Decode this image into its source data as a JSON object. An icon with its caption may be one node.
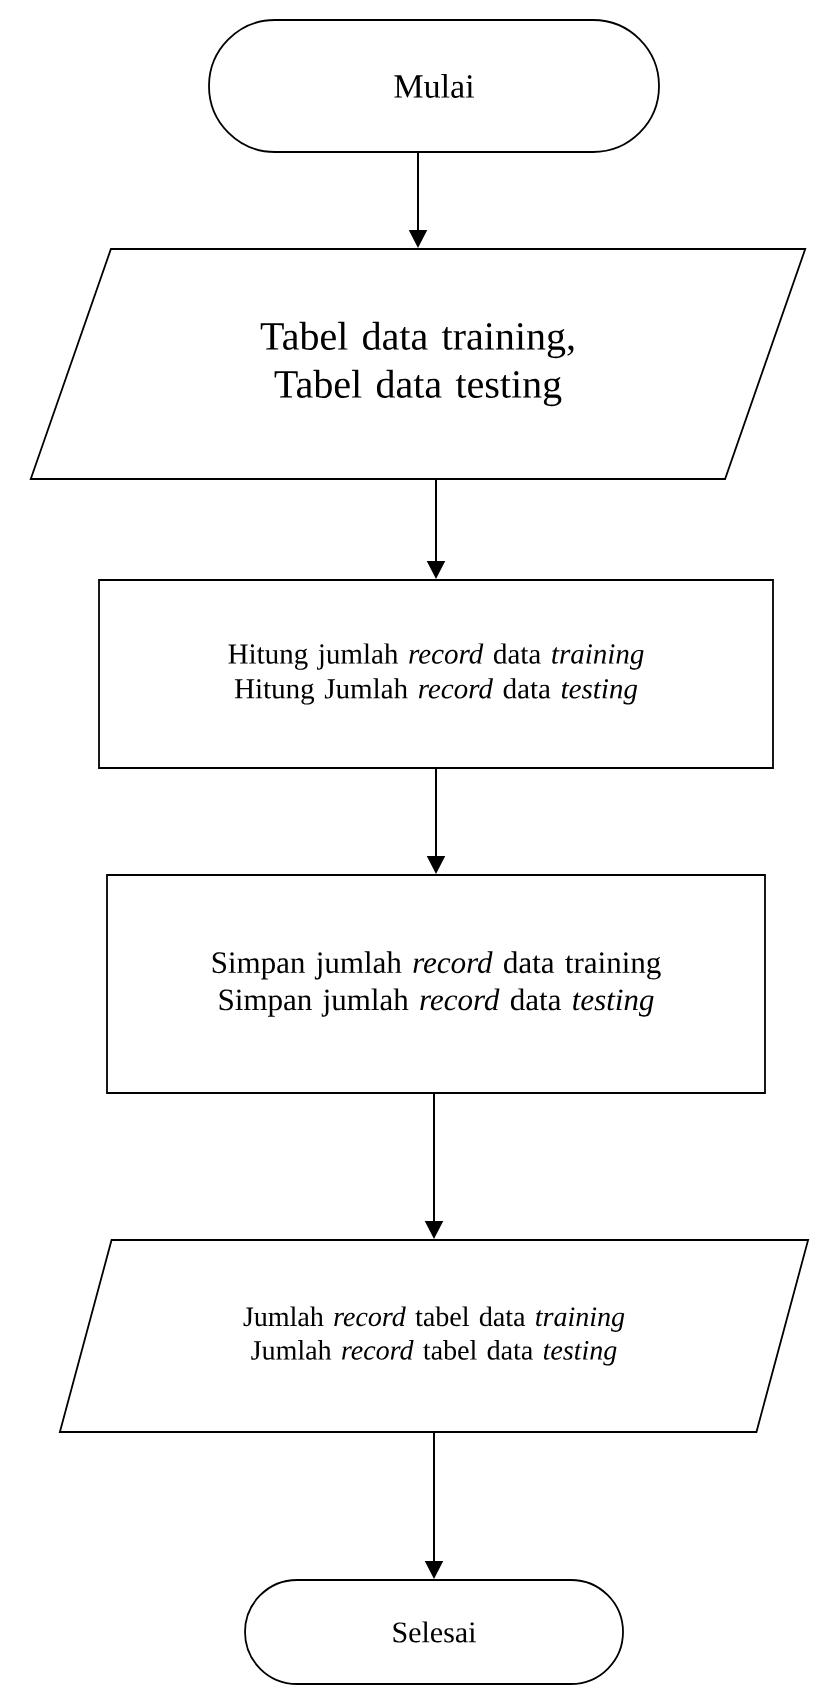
{
  "diagram": {
    "nodes": [
      {
        "text": [
          "Mulai"
        ]
      },
      {
        "text": [
          "Tabel data training, Tabel data testing"
        ]
      },
      {
        "text": [
          "Hitung jumlah *record* data *training*",
          "Hitung Jumlah *record* data *testing*"
        ]
      },
      {
        "text": [
          "Simpan jumlah *record* data training",
          "Simpan jumlah *record* data *testing*"
        ]
      },
      {
        "text": [
          "Jumlah *record* tabel data *training*",
          "Jumlah *record* tabel data *testing*"
        ]
      },
      {
        "text": [
          "Selesai"
        ]
      }
    ],
    "edges": [
      {
        "from": 0,
        "to": 1,
        "arrow": "to"
      },
      {
        "from": 1,
        "to": 2,
        "arrow": "to"
      },
      {
        "from": 2,
        "to": 3,
        "arrow": "to"
      },
      {
        "from": 3,
        "to": 4,
        "arrow": "to"
      },
      {
        "from": 4,
        "to": 5,
        "arrow": "to"
      }
    ]
  }
}
